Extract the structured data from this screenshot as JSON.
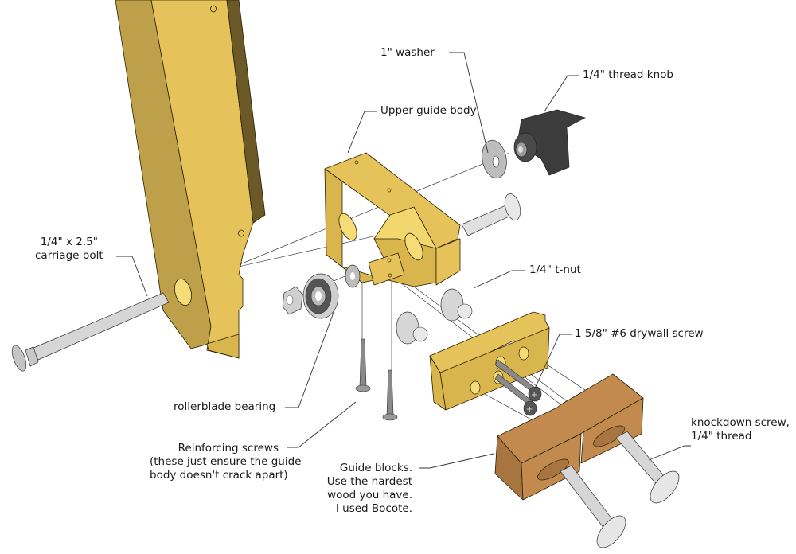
{
  "diagram": {
    "title": "Exploded view of guide assembly",
    "colors": {
      "pine_light": "#E6C35A",
      "pine_mid": "#D9B54E",
      "pine_dark": "#BFA04A",
      "pine_shadow": "#6B5A28",
      "bocote_light": "#C28A4E",
      "bocote_dark": "#A87440",
      "metal_light": "#E2E2E2",
      "metal_mid": "#BDBDBD",
      "metal_dark": "#8A8A8A",
      "knob": "#3C3C3C",
      "leader": "#333333"
    },
    "labels": {
      "washer": [
        "1\" washer"
      ],
      "knob": [
        "1/4\" thread knob"
      ],
      "upper_guide_body": [
        "Upper guide body"
      ],
      "carriage_bolt": [
        "1/4\" x 2.5\"",
        "carriage bolt"
      ],
      "t_nut": [
        "1/4\" t-nut"
      ],
      "drywall_screw": [
        "1 5/8\" #6 drywall screw"
      ],
      "knockdown_screw": [
        "knockdown screw,",
        "1/4\" thread"
      ],
      "bearing": [
        "rollerblade bearing"
      ],
      "reinforcing_screws": [
        "Reinforcing screws",
        "(these just ensure the guide",
        "body doesn't crack apart)"
      ],
      "guide_blocks": [
        "Guide blocks.",
        "Use the hardest",
        "wood you have.",
        "I used Bocote."
      ]
    }
  }
}
